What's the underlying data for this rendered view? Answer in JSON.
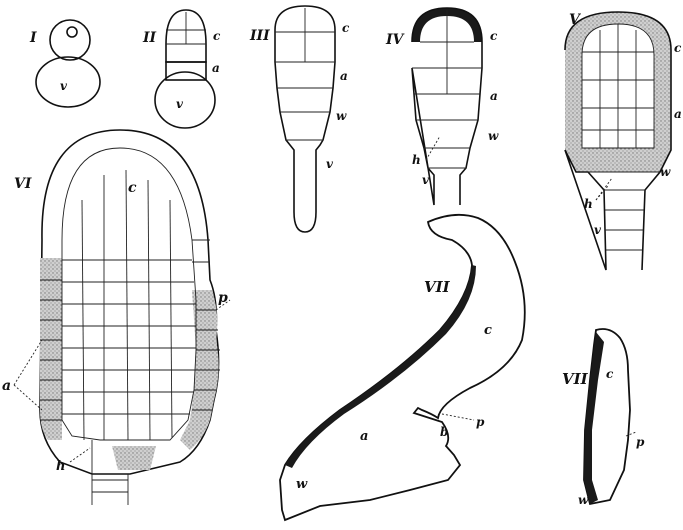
{
  "figures": [
    {
      "id": "I",
      "labels": {
        "v": "v"
      }
    },
    {
      "id": "II",
      "labels": {
        "c": "c",
        "a": "a",
        "v": "v"
      }
    },
    {
      "id": "III",
      "labels": {
        "c": "c",
        "a": "a",
        "w": "w",
        "v": "v"
      }
    },
    {
      "id": "IV",
      "labels": {
        "c": "c",
        "a": "a",
        "w": "w",
        "h": "h",
        "v": "v"
      }
    },
    {
      "id": "V",
      "labels": {
        "c": "c",
        "a": "a",
        "w": "w",
        "h": "h",
        "v": "v"
      }
    },
    {
      "id": "VI",
      "labels": {
        "c": "c",
        "p": "p",
        "a": "a",
        "h": "h"
      }
    },
    {
      "id": "VII",
      "labels": {
        "c": "c",
        "p": "p",
        "a": "a",
        "b": "b",
        "w": "w"
      }
    },
    {
      "id": "VII",
      "labels": {
        "c": "c",
        "p": "p",
        "w": "w"
      }
    }
  ]
}
